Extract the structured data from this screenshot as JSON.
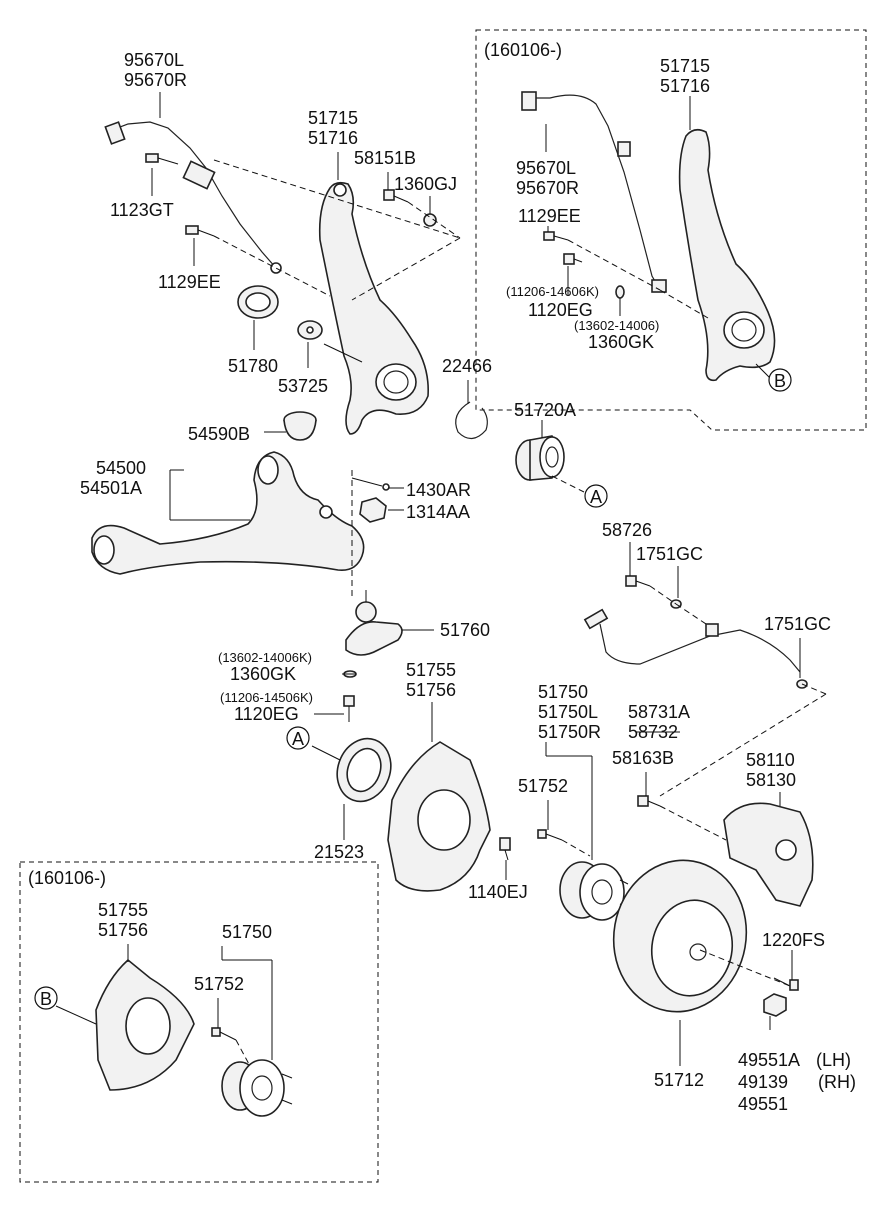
{
  "labels": {
    "l95670l": "95670L",
    "l95670r": "95670R",
    "l1123gt": "1123GT",
    "l1129ee": "1129EE",
    "l51715": "51715",
    "l51716": "51716",
    "l58151b": "58151B",
    "l1360gj": "1360GJ",
    "l51780": "51780",
    "l53725": "53725",
    "l22466": "22466",
    "l54590b": "54590B",
    "l54500": "54500",
    "l54501a": "54501A",
    "l1430ar": "1430AR",
    "l1314aa": "1314AA",
    "l51720a": "51720A",
    "l58726": "58726",
    "l1751gc_a": "1751GC",
    "l1751gc_b": "1751GC",
    "l51760": "51760",
    "l13602k": "(13602-14006K)",
    "l1360gk": "1360GK",
    "l11206k": "(11206-14506K)",
    "l1120eg": "1120EG",
    "l51755": "51755",
    "l51756": "51756",
    "l51750": "51750",
    "l51750l": "51750L",
    "l51750r": "51750R",
    "l58731a": "58731A",
    "l58732": "58732",
    "l58163b": "58163B",
    "l58110": "58110",
    "l58130": "58130",
    "l51752": "51752",
    "l21523": "21523",
    "l1140ej": "1140EJ",
    "l1220fs": "1220FS",
    "l51712": "51712",
    "l49551a": "49551A",
    "l49139": "49139",
    "l49551": "49551",
    "lh": "(LH)",
    "rh": "(RH)"
  },
  "inset_top": {
    "date": "(160106-)",
    "l51715": "51715",
    "l51716": "51716",
    "l95670l": "95670L",
    "l95670r": "95670R",
    "l1129ee": "1129EE",
    "l11206k": "(11206-14606K)",
    "l1120eg": "1120EG",
    "l13602k": "(13602-14006)",
    "l1360gk": "1360GK",
    "callout_b": "B"
  },
  "inset_bottom": {
    "date": "(160106-)",
    "l51755": "51755",
    "l51756": "51756",
    "l51750": "51750",
    "l51752": "51752",
    "callout_b": "B"
  },
  "callouts": {
    "a1": "A",
    "a2": "A"
  }
}
